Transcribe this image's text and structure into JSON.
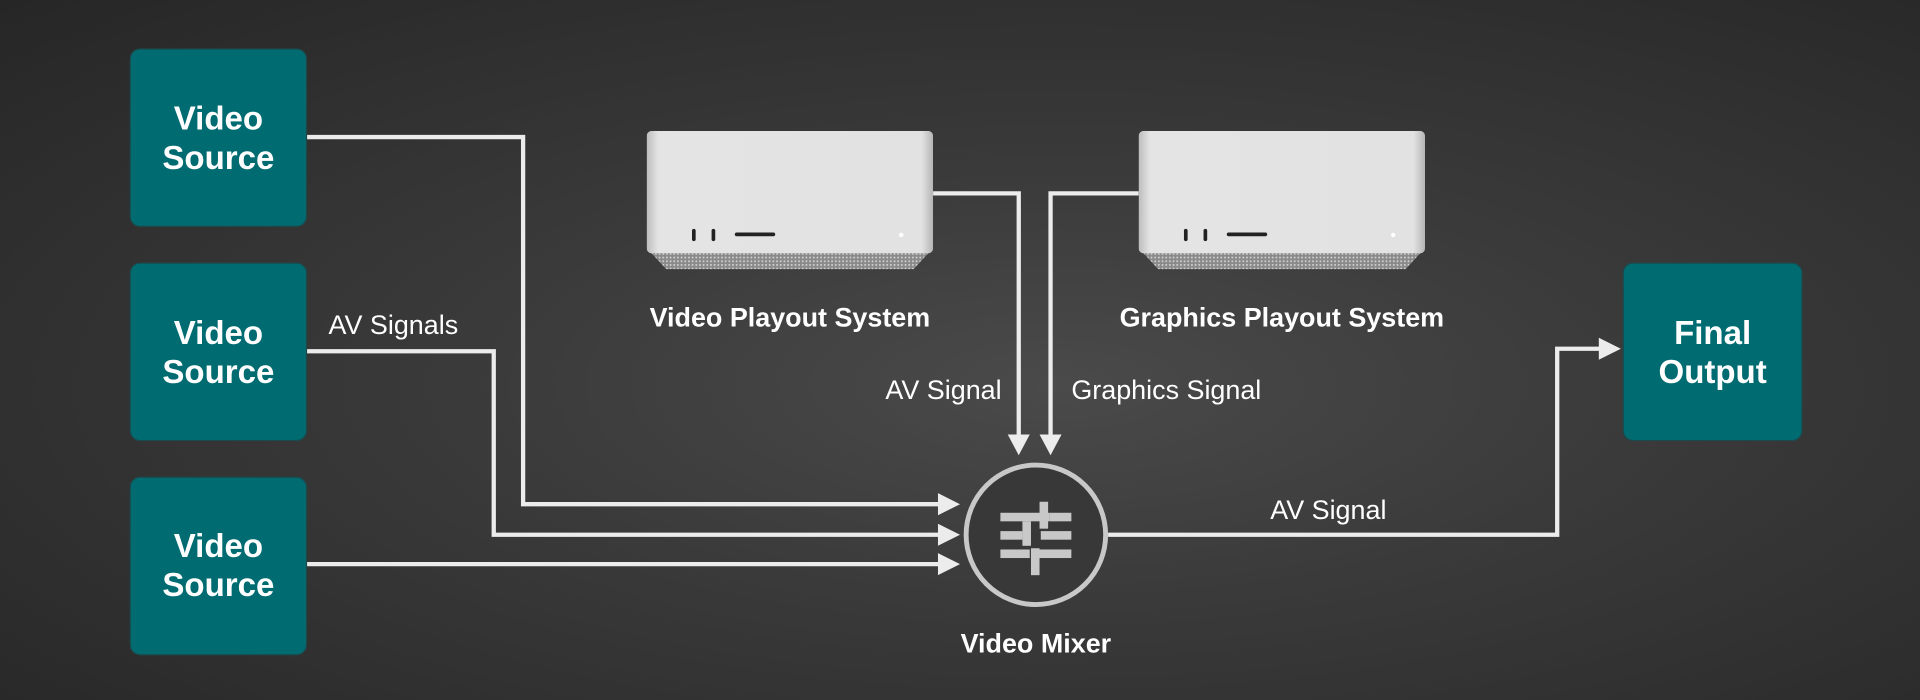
{
  "sources": [
    {
      "line1": "Video",
      "line2": "Source"
    },
    {
      "line1": "Video",
      "line2": "Source"
    },
    {
      "line1": "Video",
      "line2": "Source"
    }
  ],
  "output": {
    "line1": "Final",
    "line2": "Output"
  },
  "systems": {
    "video_playout": "Video Playout System",
    "graphics_playout": "Graphics Playout System"
  },
  "signals": {
    "av_signals": "AV Signals",
    "av_signal_playout": "AV Signal",
    "graphics_signal": "Graphics Signal",
    "av_signal_output": "AV Signal"
  },
  "mixer": {
    "label": "Video Mixer",
    "icon": "sliders-icon"
  },
  "colors": {
    "box": "#006b70",
    "line": "#ececec",
    "background": "#333333"
  }
}
